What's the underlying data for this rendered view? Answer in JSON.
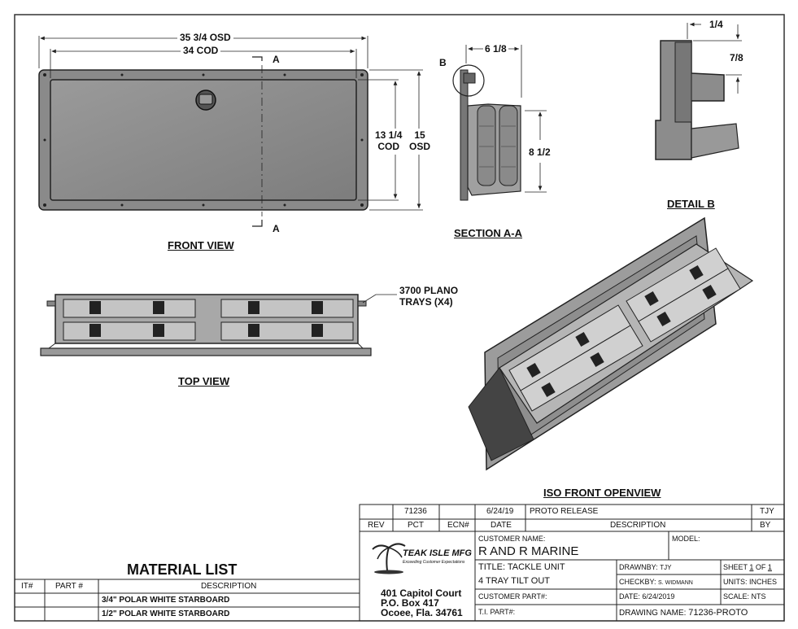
{
  "views": {
    "front_title": "FRONT VIEW",
    "section_title": "SECTION A-A",
    "detail_title": "DETAIL  B",
    "top_title": "TOP VIEW",
    "iso_title": "ISO FRONT OPENVIEW"
  },
  "dimensions": {
    "osd_width": "35 3/4 OSD",
    "cod_width": "34 COD",
    "cod_height": "13 1/4\nCOD",
    "cod_height_num": "13 1/4",
    "cod_height_txt": "COD",
    "osd_height_num": "15",
    "osd_height_txt": "OSD",
    "section_width": "6 1/8",
    "section_height": "8 1/2",
    "detail_top": "1/4",
    "detail_side": "7/8",
    "section_marker": "A",
    "detail_marker": "B"
  },
  "callouts": {
    "trays_line1": "3700 PLANO",
    "trays_line2": "TRAYS (X4)"
  },
  "revision": {
    "rev": "",
    "pct": "71236",
    "ecn": "",
    "date": "6/24/19",
    "description": "PROTO  RELEASE",
    "by": "TJY",
    "headers": [
      "REV",
      "PCT",
      "ECN#",
      "DATE",
      "DESCRIPTION",
      "BY"
    ]
  },
  "company": {
    "name": "TEAK ISLE MFG",
    "tagline": "Exceeding Customer Expectations",
    "address1": "401 Capitol Court",
    "address2": "P.O. Box 417",
    "address3": "Ocoee, Fla. 34761"
  },
  "title_block": {
    "customer_label": "CUSTOMER NAME:",
    "customer": "R AND R MARINE",
    "model_label": "MODEL:",
    "title_label": "TITLE:",
    "title_line1": "TACKLE UNIT",
    "title_line2": "4 TRAY TILT OUT",
    "customer_part_label": "CUSTOMER PART#:",
    "ti_part_label": "T.I. PART#:",
    "drawnby_label": "DRAWNBY:",
    "drawnby": "TJY",
    "checkby_label": "CHECKBY:",
    "checkby": "S. WIDMANN",
    "date_label": "DATE:",
    "date": "6/24/2019",
    "drawing_label": "DRAWING NAME:",
    "drawing": "71236-PROTO",
    "sheet_label": "SHEET",
    "sheet_num": "1",
    "sheet_of": "OF",
    "sheet_total": "1",
    "units_label": "UNITS:",
    "units": "INCHES",
    "scale_label": "SCALE:",
    "scale": "NTS"
  },
  "material_list": {
    "title": "MATERIAL LIST",
    "headers": [
      "IT#",
      "PART #",
      "DESCRIPTION"
    ],
    "rows": [
      {
        "it": "",
        "part": "",
        "desc": "3/4\" POLAR WHITE STARBOARD"
      },
      {
        "it": "",
        "part": "",
        "desc": "1/2\" POLAR WHITE STARBOARD"
      }
    ]
  }
}
